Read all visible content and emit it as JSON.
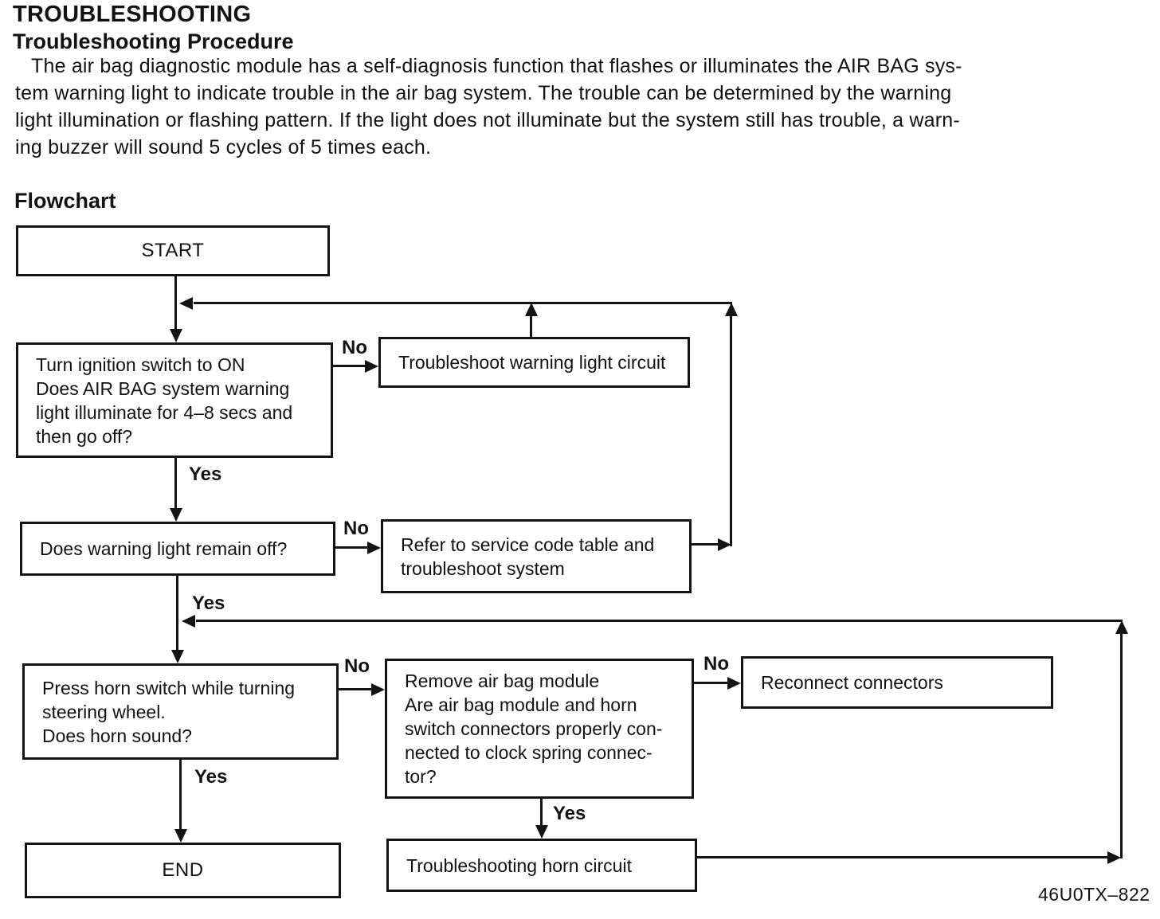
{
  "document": {
    "title": "TROUBLESHOOTING",
    "subtitle": "Troubleshooting Procedure",
    "intro": "The air bag diagnostic module has a self-diagnosis function that flashes or illuminates the AIR BAG sys-\ntem warning light to indicate trouble in the air bag system. The trouble can be determined by the warning\nlight illumination or flashing pattern. If the light does not illuminate but the system still has trouble, a warn-\ning buzzer will sound 5 cycles of 5 times each.",
    "section_heading": "Flowchart",
    "figure_code": "46U0TX–822"
  },
  "flowchart": {
    "branch_labels": {
      "yes": "Yes",
      "no": "No"
    },
    "nodes": {
      "start": {
        "label": "START"
      },
      "check_warning_light": {
        "label": "Turn ignition switch to ON\nDoes AIR BAG system warning\nlight illuminate for 4–8 secs and\nthen go off?"
      },
      "troubleshoot_warning_light": {
        "label": "Troubleshoot warning light circuit"
      },
      "light_remains_off": {
        "label": "Does warning light remain off?"
      },
      "refer_service_code": {
        "label": "Refer to service code table and\ntroubleshoot system"
      },
      "check_horn": {
        "label": "Press horn switch while turning\nsteering wheel.\nDoes horn sound?"
      },
      "check_connectors": {
        "label": "Remove air bag module\nAre air bag module and horn\nswitch connectors properly con-\nnected to clock spring connec-\ntor?"
      },
      "reconnect_connectors": {
        "label": "Reconnect connectors"
      },
      "end": {
        "label": "END"
      },
      "troubleshoot_horn": {
        "label": "Troubleshooting horn circuit"
      }
    },
    "edges": [
      {
        "from": "start",
        "to": "check_warning_light",
        "label": ""
      },
      {
        "from": "check_warning_light",
        "to": "troubleshoot_warning_light",
        "label": "No"
      },
      {
        "from": "troubleshoot_warning_light",
        "to": "check_warning_light",
        "label": ""
      },
      {
        "from": "check_warning_light",
        "to": "light_remains_off",
        "label": "Yes"
      },
      {
        "from": "light_remains_off",
        "to": "refer_service_code",
        "label": "No"
      },
      {
        "from": "refer_service_code",
        "to": "check_warning_light",
        "label": ""
      },
      {
        "from": "light_remains_off",
        "to": "check_horn",
        "label": "Yes"
      },
      {
        "from": "check_horn",
        "to": "check_connectors",
        "label": "No"
      },
      {
        "from": "check_connectors",
        "to": "reconnect_connectors",
        "label": "No"
      },
      {
        "from": "check_connectors",
        "to": "troubleshoot_horn",
        "label": "Yes"
      },
      {
        "from": "troubleshoot_horn",
        "to": "check_horn",
        "label": ""
      },
      {
        "from": "check_horn",
        "to": "end",
        "label": "Yes"
      }
    ]
  }
}
